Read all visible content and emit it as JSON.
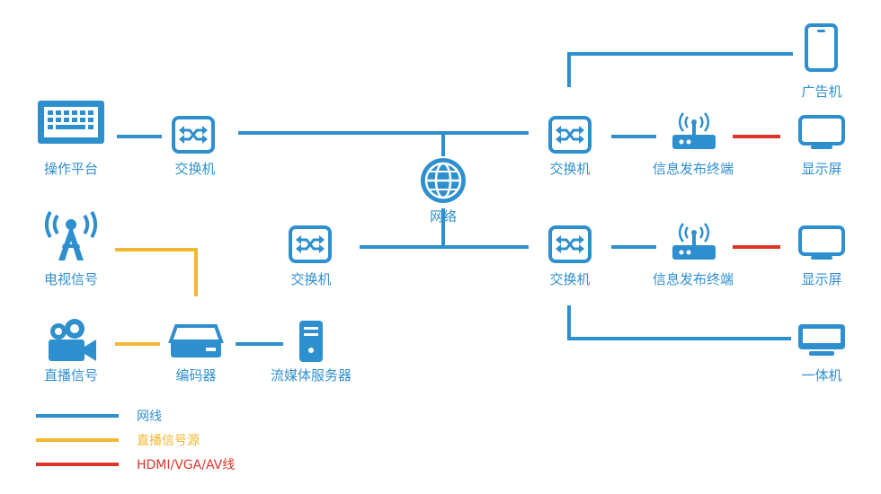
{
  "colors": {
    "network": "#2e8fcf",
    "signal": "#f2b731",
    "hdmi": "#e03328",
    "label": "#2f8fd1"
  },
  "nodes": {
    "console": "操作平台",
    "switch_left": "交换机",
    "tv_signal": "电视信号",
    "live_signal": "直播信号",
    "encoder": "编码器",
    "switch_mid": "交换机",
    "streaming_server": "流媒体服务器",
    "network": "网络",
    "switch_right_top": "交换机",
    "switch_right_bottom": "交换机",
    "publisher_top": "信息发布终端",
    "publisher_bottom": "信息发布终端",
    "ad_machine": "广告机",
    "display_top": "显示屏",
    "display_bottom": "显示屏",
    "all_in_one": "一体机"
  },
  "legend": {
    "network_line": "网线",
    "signal_line": "直播信号源",
    "hdmi_line": "HDMI/VGA/AV线"
  }
}
